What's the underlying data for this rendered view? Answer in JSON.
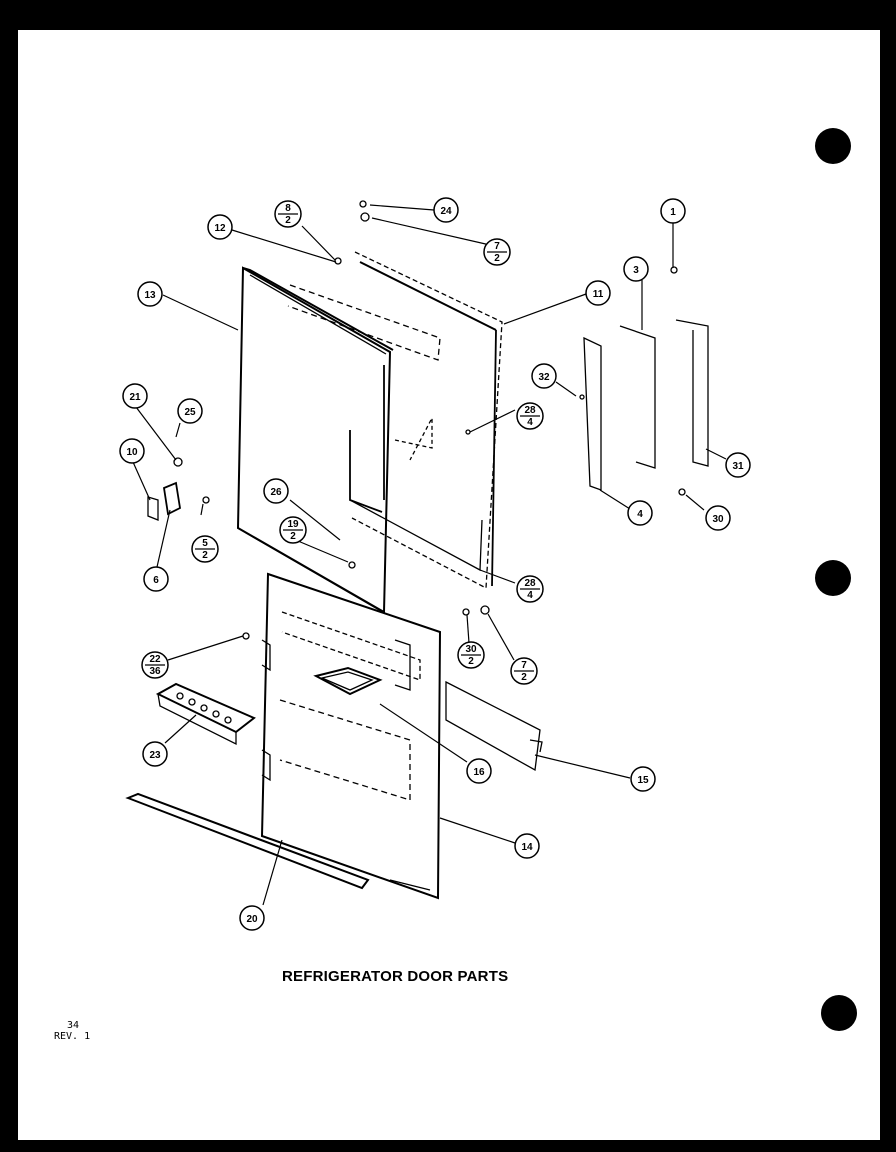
{
  "page": {
    "caption": "REFRIGERATOR DOOR PARTS",
    "page_number": "34",
    "revision": "REV. 1",
    "colors": {
      "ink": "#000000",
      "paper": "#ffffff",
      "frame": "#000000"
    }
  },
  "callouts": {
    "c1": "1",
    "c3": "3",
    "c4": "4",
    "c6": "6",
    "c10": "10",
    "c11": "11",
    "c12": "12",
    "c13": "13",
    "c14": "14",
    "c15": "15",
    "c16": "16",
    "c20": "20",
    "c21": "21",
    "c23": "23",
    "c24": "24",
    "c25": "25",
    "c26": "26",
    "c30": "30",
    "c31": "31",
    "c32": "32"
  },
  "fraction_callouts": {
    "f8_2": {
      "top": "8",
      "bottom": "2"
    },
    "f7_2_top": {
      "top": "7",
      "bottom": "2"
    },
    "f28_4_top": {
      "top": "28",
      "bottom": "4"
    },
    "f19_2": {
      "top": "19",
      "bottom": "2"
    },
    "f5_2": {
      "top": "5",
      "bottom": "2"
    },
    "f28_4_bottom": {
      "top": "28",
      "bottom": "4"
    },
    "f30_2": {
      "top": "30",
      "bottom": "2"
    },
    "f7_2_bottom": {
      "top": "7",
      "bottom": "2"
    },
    "f22_36": {
      "top": "22",
      "bottom": "36"
    }
  }
}
